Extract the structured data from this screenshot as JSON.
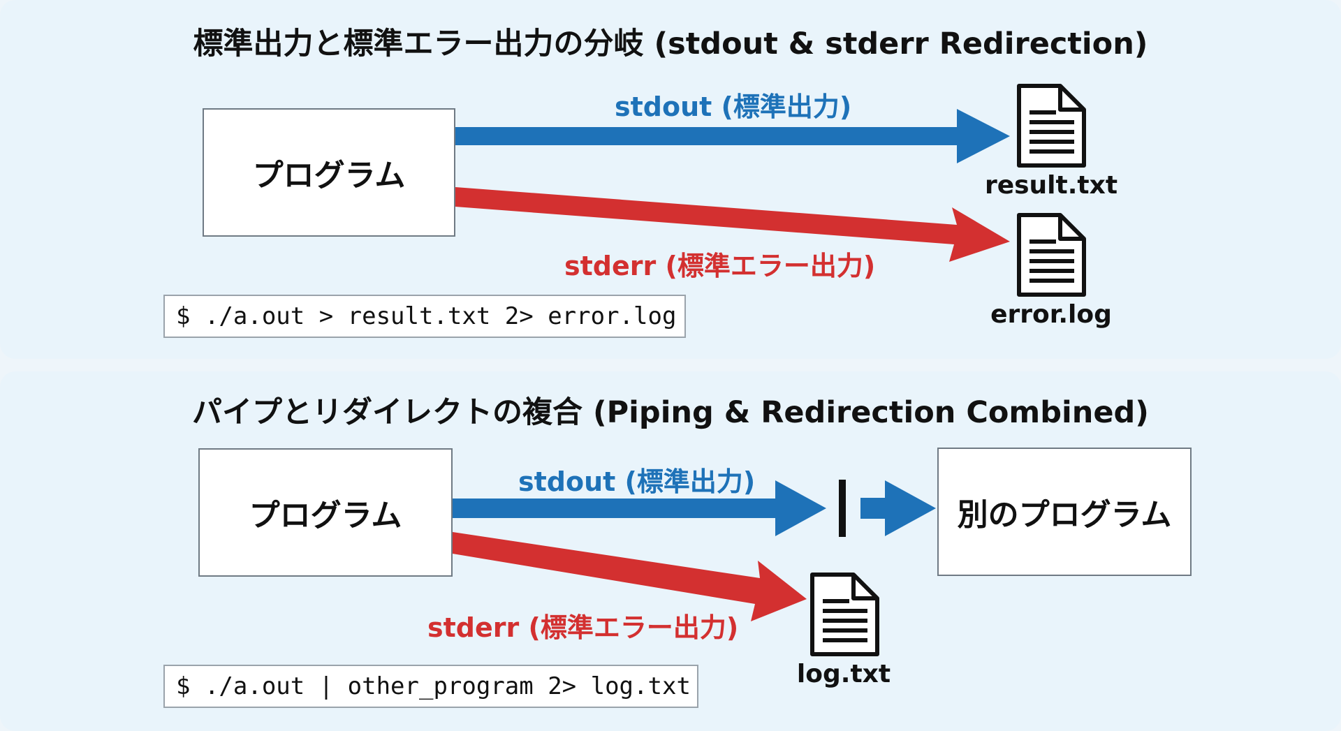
{
  "top": {
    "title": "標準出力と標準エラー出力の分岐 (stdout & stderr Redirection)",
    "program_label": "プログラム",
    "stdout_label": "stdout (標準出力)",
    "stderr_label": "stderr (標準エラー出力)",
    "stdout_file": "result.txt",
    "stderr_file": "error.log",
    "command": "$ ./a.out > result.txt 2> error.log"
  },
  "bottom": {
    "title": "パイプとリダイレクトの複合 (Piping & Redirection Combined)",
    "program_label": "プログラム",
    "stdout_label": "stdout (標準出力)",
    "stderr_label": "stderr (標準エラー出力)",
    "other_program_label": "別のプログラム",
    "stderr_file": "log.txt",
    "command": "$ ./a.out | other_program 2> log.txt"
  },
  "colors": {
    "stdout": "#1e72b8",
    "stderr": "#d33030",
    "background": "#eef5fa"
  },
  "icons": [
    "document-icon",
    "pipe-icon"
  ]
}
